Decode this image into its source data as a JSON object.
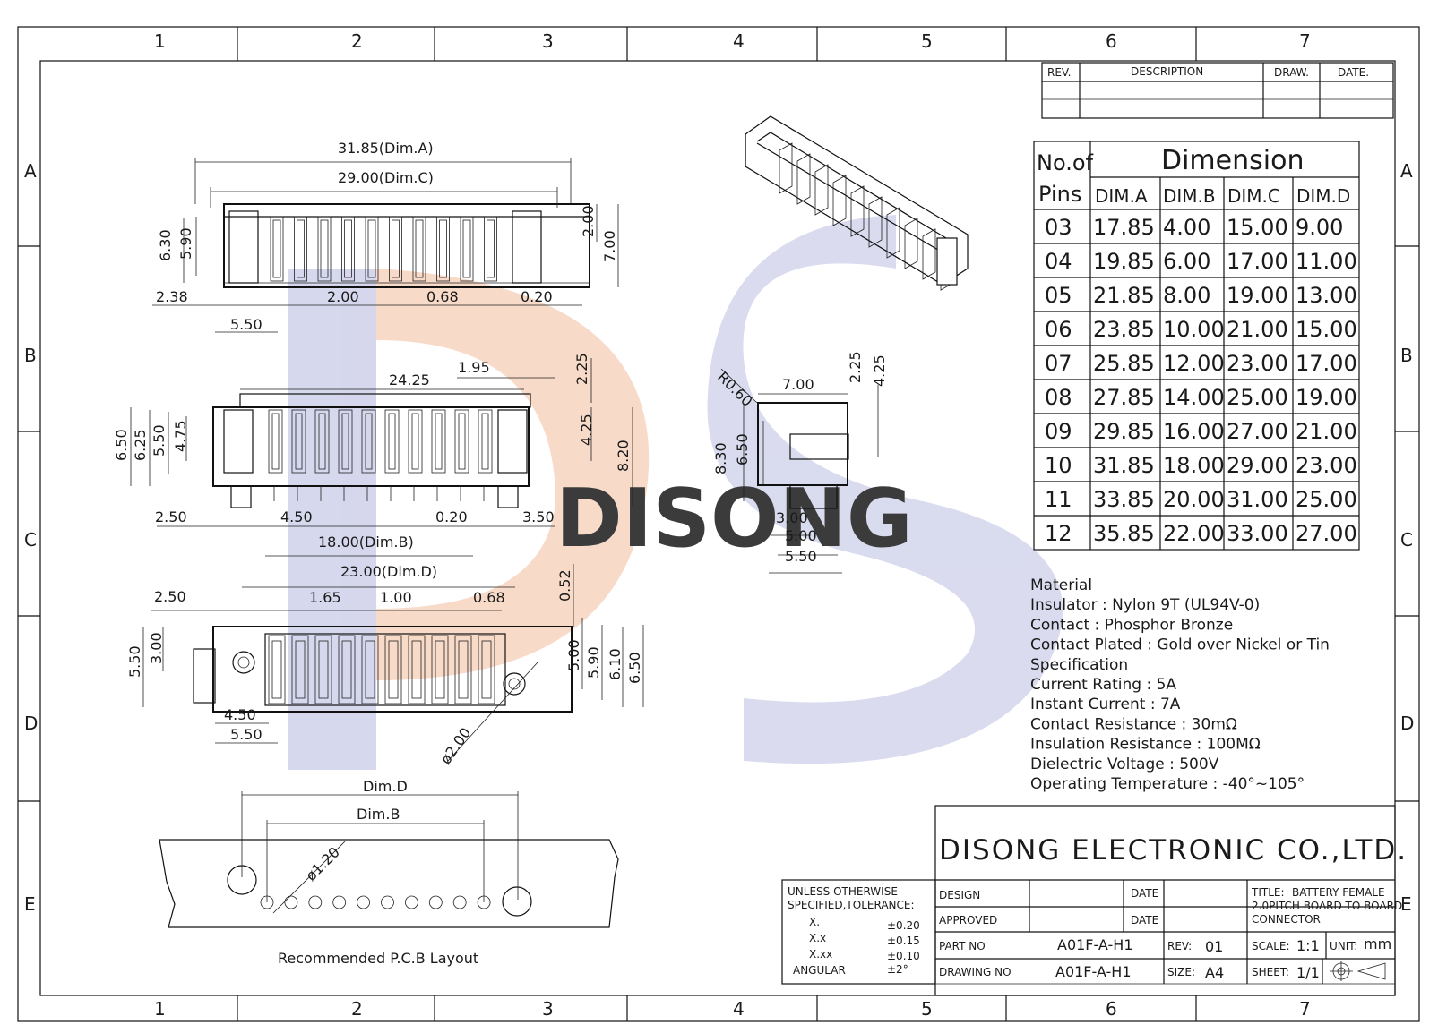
{
  "frame": {
    "columns": [
      "1",
      "2",
      "3",
      "4",
      "5",
      "6",
      "7"
    ],
    "rows": [
      "A",
      "B",
      "C",
      "D",
      "E"
    ]
  },
  "watermark": {
    "text": "DISONG",
    "color_blue": "#c9cbe6",
    "color_orange": "#f6cfb8"
  },
  "revision_table": {
    "headers": [
      "REV.",
      "DESCRIPTION",
      "DRAW.",
      "DATE."
    ]
  },
  "dimension_table": {
    "corner_top": "No.of",
    "corner_bottom": "Pins",
    "title": "Dimension",
    "columns": [
      "DIM.A",
      "DIM.B",
      "DIM.C",
      "DIM.D"
    ],
    "rows": [
      [
        "03",
        "17.85",
        "4.00",
        "15.00",
        "9.00"
      ],
      [
        "04",
        "19.85",
        "6.00",
        "17.00",
        "11.00"
      ],
      [
        "05",
        "21.85",
        "8.00",
        "19.00",
        "13.00"
      ],
      [
        "06",
        "23.85",
        "10.00",
        "21.00",
        "15.00"
      ],
      [
        "07",
        "25.85",
        "12.00",
        "23.00",
        "17.00"
      ],
      [
        "08",
        "27.85",
        "14.00",
        "25.00",
        "19.00"
      ],
      [
        "09",
        "29.85",
        "16.00",
        "27.00",
        "21.00"
      ],
      [
        "10",
        "31.85",
        "18.00",
        "29.00",
        "23.00"
      ],
      [
        "11",
        "33.85",
        "20.00",
        "31.00",
        "25.00"
      ],
      [
        "12",
        "35.85",
        "22.00",
        "33.00",
        "27.00"
      ]
    ]
  },
  "spec": [
    "Material",
    "Insulator : Nylon 9T (UL94V-0)",
    "Contact : Phosphor   Bronze",
    "Contact Plated : Gold over Nickel or Tin",
    "Specification",
    "Current Rating : 5A",
    "Instant Current : 7A",
    "Contact Resistance : 30mΩ",
    "Insulation Resistance : 100MΩ",
    "Dielectric   Voltage : 500V",
    "Operating Temperature : -40°~105°"
  ],
  "views": {
    "top": {
      "dim_a": "31.85(Dim.A)",
      "dim_c": "29.00(Dim.C)",
      "h1": "6.30",
      "h2": "5.90",
      "r1": "2.00",
      "r2": "7.00",
      "b1": "2.38",
      "b2": "2.00",
      "b3": "0.68",
      "b4": "0.20",
      "b5": "5.50"
    },
    "front": {
      "w1": "24.25",
      "w2": "1.95",
      "t1": "2.25",
      "h1": "6.50",
      "h2": "6.25",
      "h3": "5.50",
      "h4": "4.75",
      "r1": "4.25",
      "r2": "8.20",
      "b1": "2.50",
      "b2": "4.50",
      "b3": "0.20",
      "b4": "3.50",
      "dim_b": "18.00(Dim.B)"
    },
    "side": {
      "radius": "R0.60",
      "w": "7.00",
      "t1": "2.25",
      "t2": "4.25",
      "h1": "8.30",
      "h2": "6.50",
      "b1": "3.00",
      "b2": "5.00",
      "b3": "5.50"
    },
    "bottom": {
      "dim_d": "23.00(Dim.D)",
      "t1": "0.52",
      "w1": "2.50",
      "w2": "1.65",
      "w3": "1.00",
      "w4": "0.68",
      "h1": "5.50",
      "h2": "3.00",
      "r1": "5.00",
      "r2": "5.90",
      "r3": "6.10",
      "r4": "6.50",
      "b1": "4.50",
      "b2": "5.50",
      "hole": "ø2.00"
    },
    "pcb": {
      "dim_d": "Dim.D",
      "dim_b": "Dim.B",
      "hole": "ø1.20",
      "caption": "Recommended P.C.B Layout"
    }
  },
  "title_block": {
    "company": "DISONG ELECTRONIC CO.,LTD.",
    "tolerance": {
      "line1": "UNLESS OTHERWISE",
      "line2": "SPECIFIED,TOLERANCE:",
      "rows": [
        [
          "X.",
          "±0.20"
        ],
        [
          "X.x",
          "±0.15"
        ],
        [
          "X.xx",
          "±0.10"
        ],
        [
          "ANGULAR",
          "±2°"
        ]
      ]
    },
    "design_label": "DESIGN",
    "approved_label": "APPROVED",
    "date_label": "DATE",
    "part_no_label": "PART NO",
    "part_no": "A01F-A-H1",
    "drawing_no_label": "DRAWING NO",
    "drawing_no": "A01F-A-H1",
    "rev_label": "REV:",
    "rev": "01",
    "size_label": "SIZE:",
    "size": "A4",
    "title_label": "TITLE:",
    "title_line1": "BATTERY FEMALE",
    "title_line2": "2.0PITCH BOARD TO BOARD",
    "title_line3": "CONNECTOR",
    "scale_label": "SCALE:",
    "scale": "1:1",
    "unit_label": "UNIT:",
    "unit": "mm",
    "sheet_label": "SHEET:",
    "sheet": "1/1"
  }
}
